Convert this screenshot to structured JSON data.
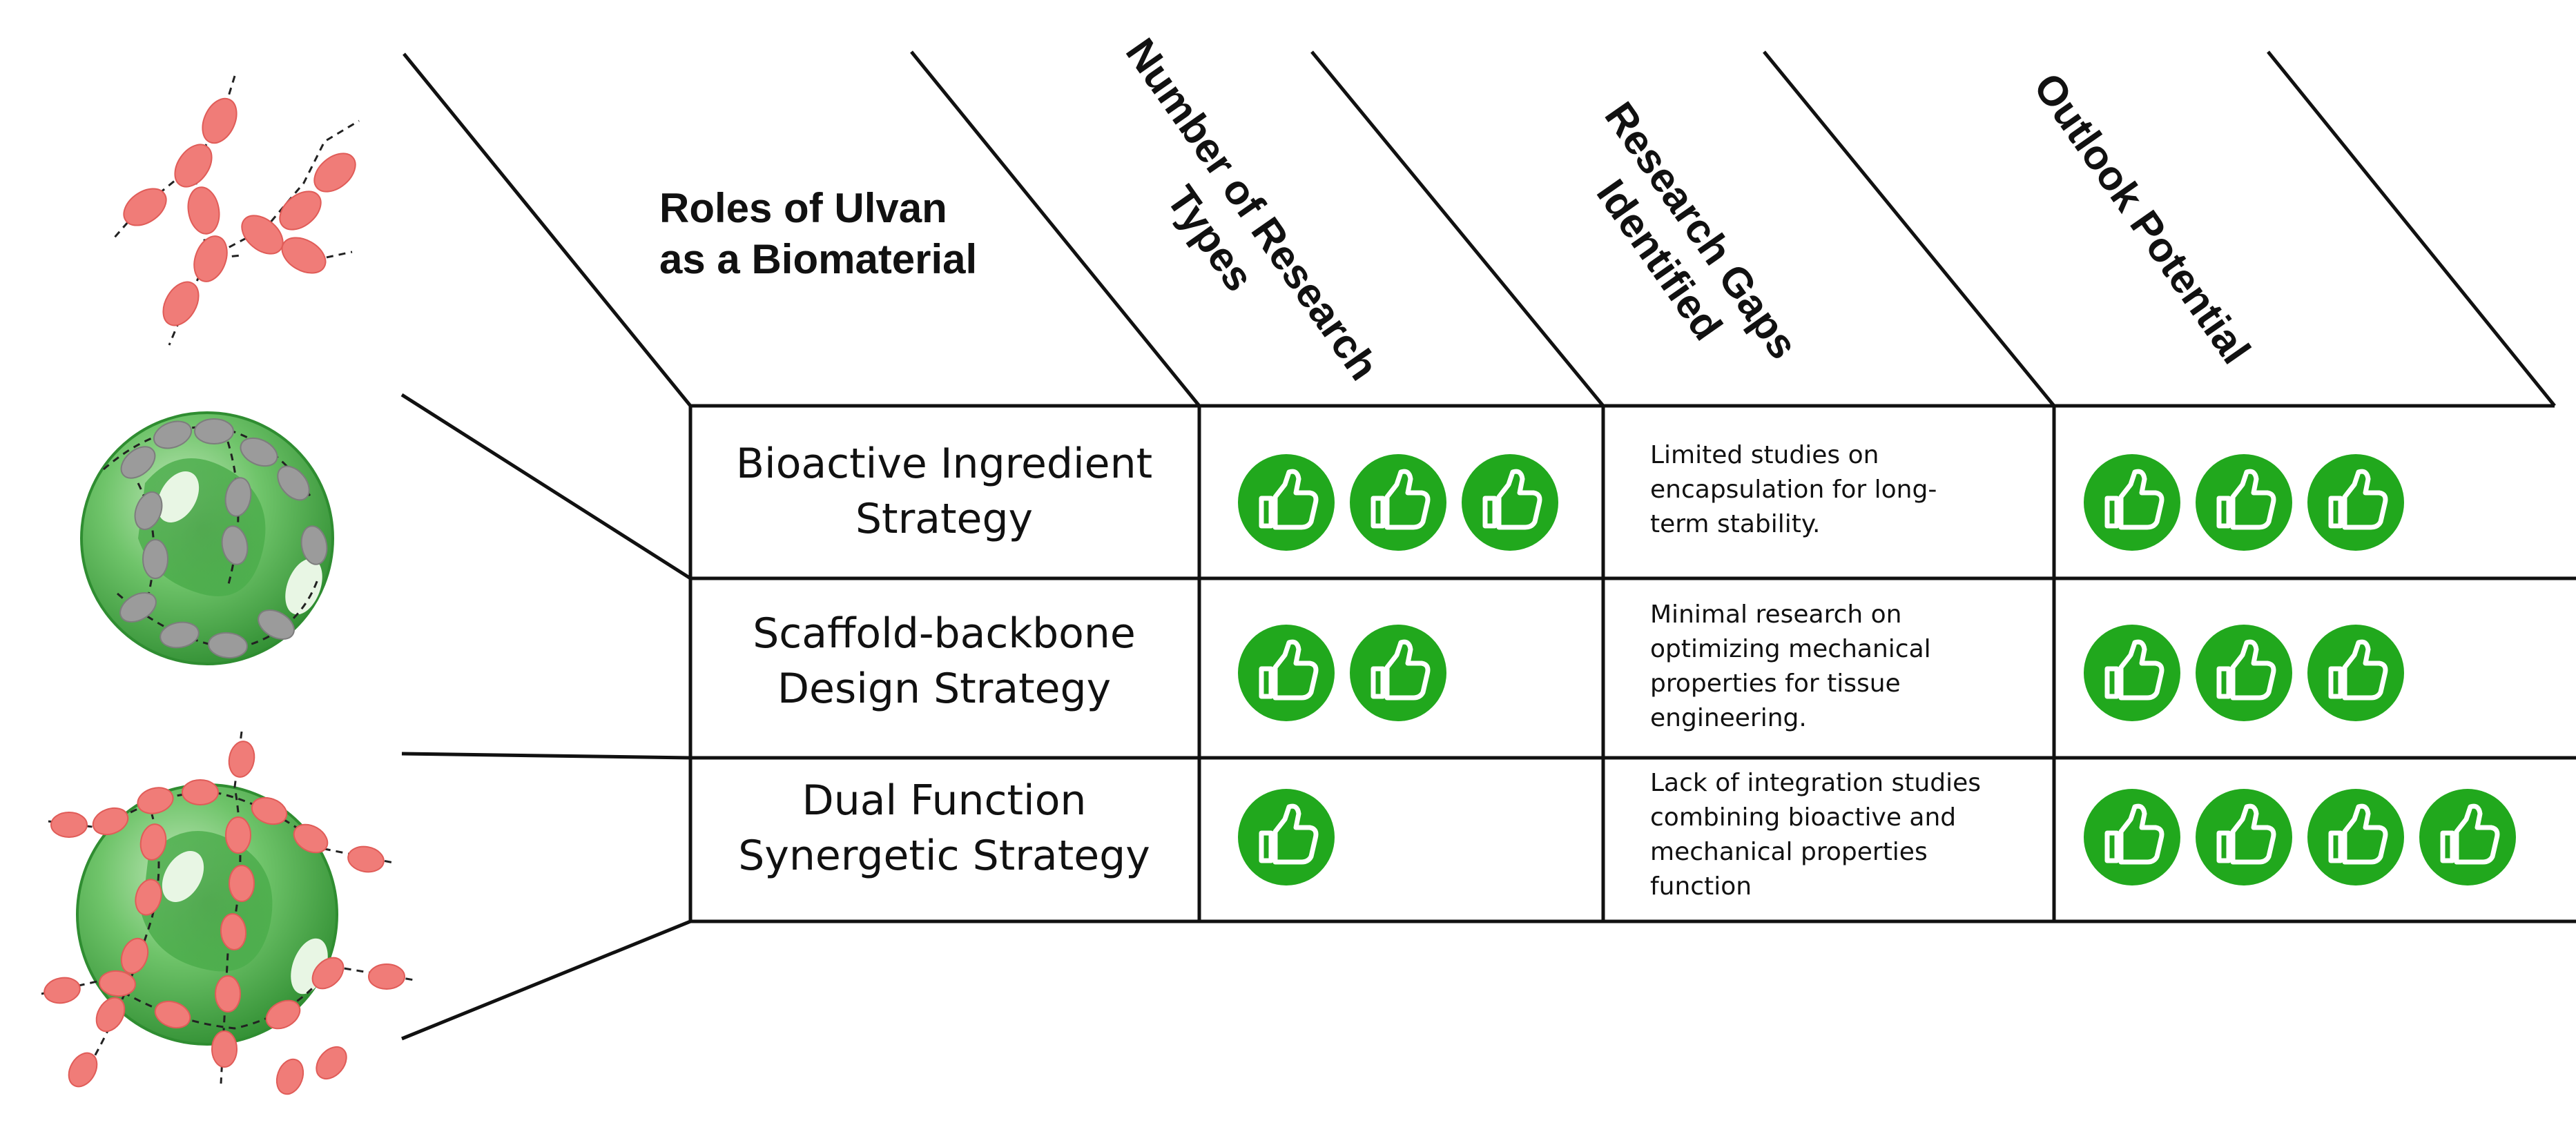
{
  "header": {
    "roles": "Roles of Ulvan\nas a Biomaterial",
    "col_research_types_l1": "Number of Research",
    "col_research_types_l2": "Types",
    "col_gaps_l1": "Research Gaps",
    "col_gaps_l2": "Identified",
    "col_outlook": "Outlook Potential"
  },
  "rows": [
    {
      "strategy_l1": "Bioactive Ingredient",
      "strategy_l2": "Strategy",
      "research_types": 3,
      "gap_text": "Limited studies on encapsulation for long-term stability.",
      "outlook": 3
    },
    {
      "strategy_l1": "Scaffold-backbone",
      "strategy_l2": "Design Strategy",
      "research_types": 2,
      "gap_text": "Minimal research on optimizing mechanical properties for tissue engineering.",
      "outlook": 3
    },
    {
      "strategy_l1": "Dual Function",
      "strategy_l2": "Synergetic Strategy",
      "research_types": 1,
      "gap_text": "Lack of integration studies combining bioactive and mechanical properties function",
      "outlook": 4
    }
  ],
  "colors": {
    "thumb_fill": "#21a81d",
    "sphere_green": "#5cbf5c",
    "polymer_pink": "#f07c78",
    "polymer_gray": "#9b9b9b",
    "line": "#111111"
  },
  "icons": {
    "rating": "thumbs-up-icon",
    "polymer": "polymer-chain-icon",
    "sphere": "hydrogel-sphere-icon"
  }
}
